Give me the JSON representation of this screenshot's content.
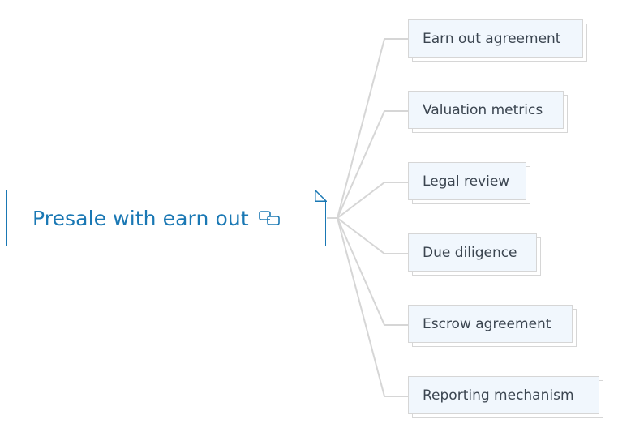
{
  "root": {
    "title": "Presale with earn out",
    "icon": "linked-pages-icon",
    "color": "#1a78b4"
  },
  "children": [
    {
      "label": "Earn out agreement"
    },
    {
      "label": "Valuation metrics"
    },
    {
      "label": "Legal review"
    },
    {
      "label": "Due diligence"
    },
    {
      "label": "Escrow agreement"
    },
    {
      "label": "Reporting mechanism"
    }
  ],
  "colors": {
    "connector": "#d6d6d6",
    "child_fill": "#f1f7fd",
    "child_text": "#3b4550"
  }
}
